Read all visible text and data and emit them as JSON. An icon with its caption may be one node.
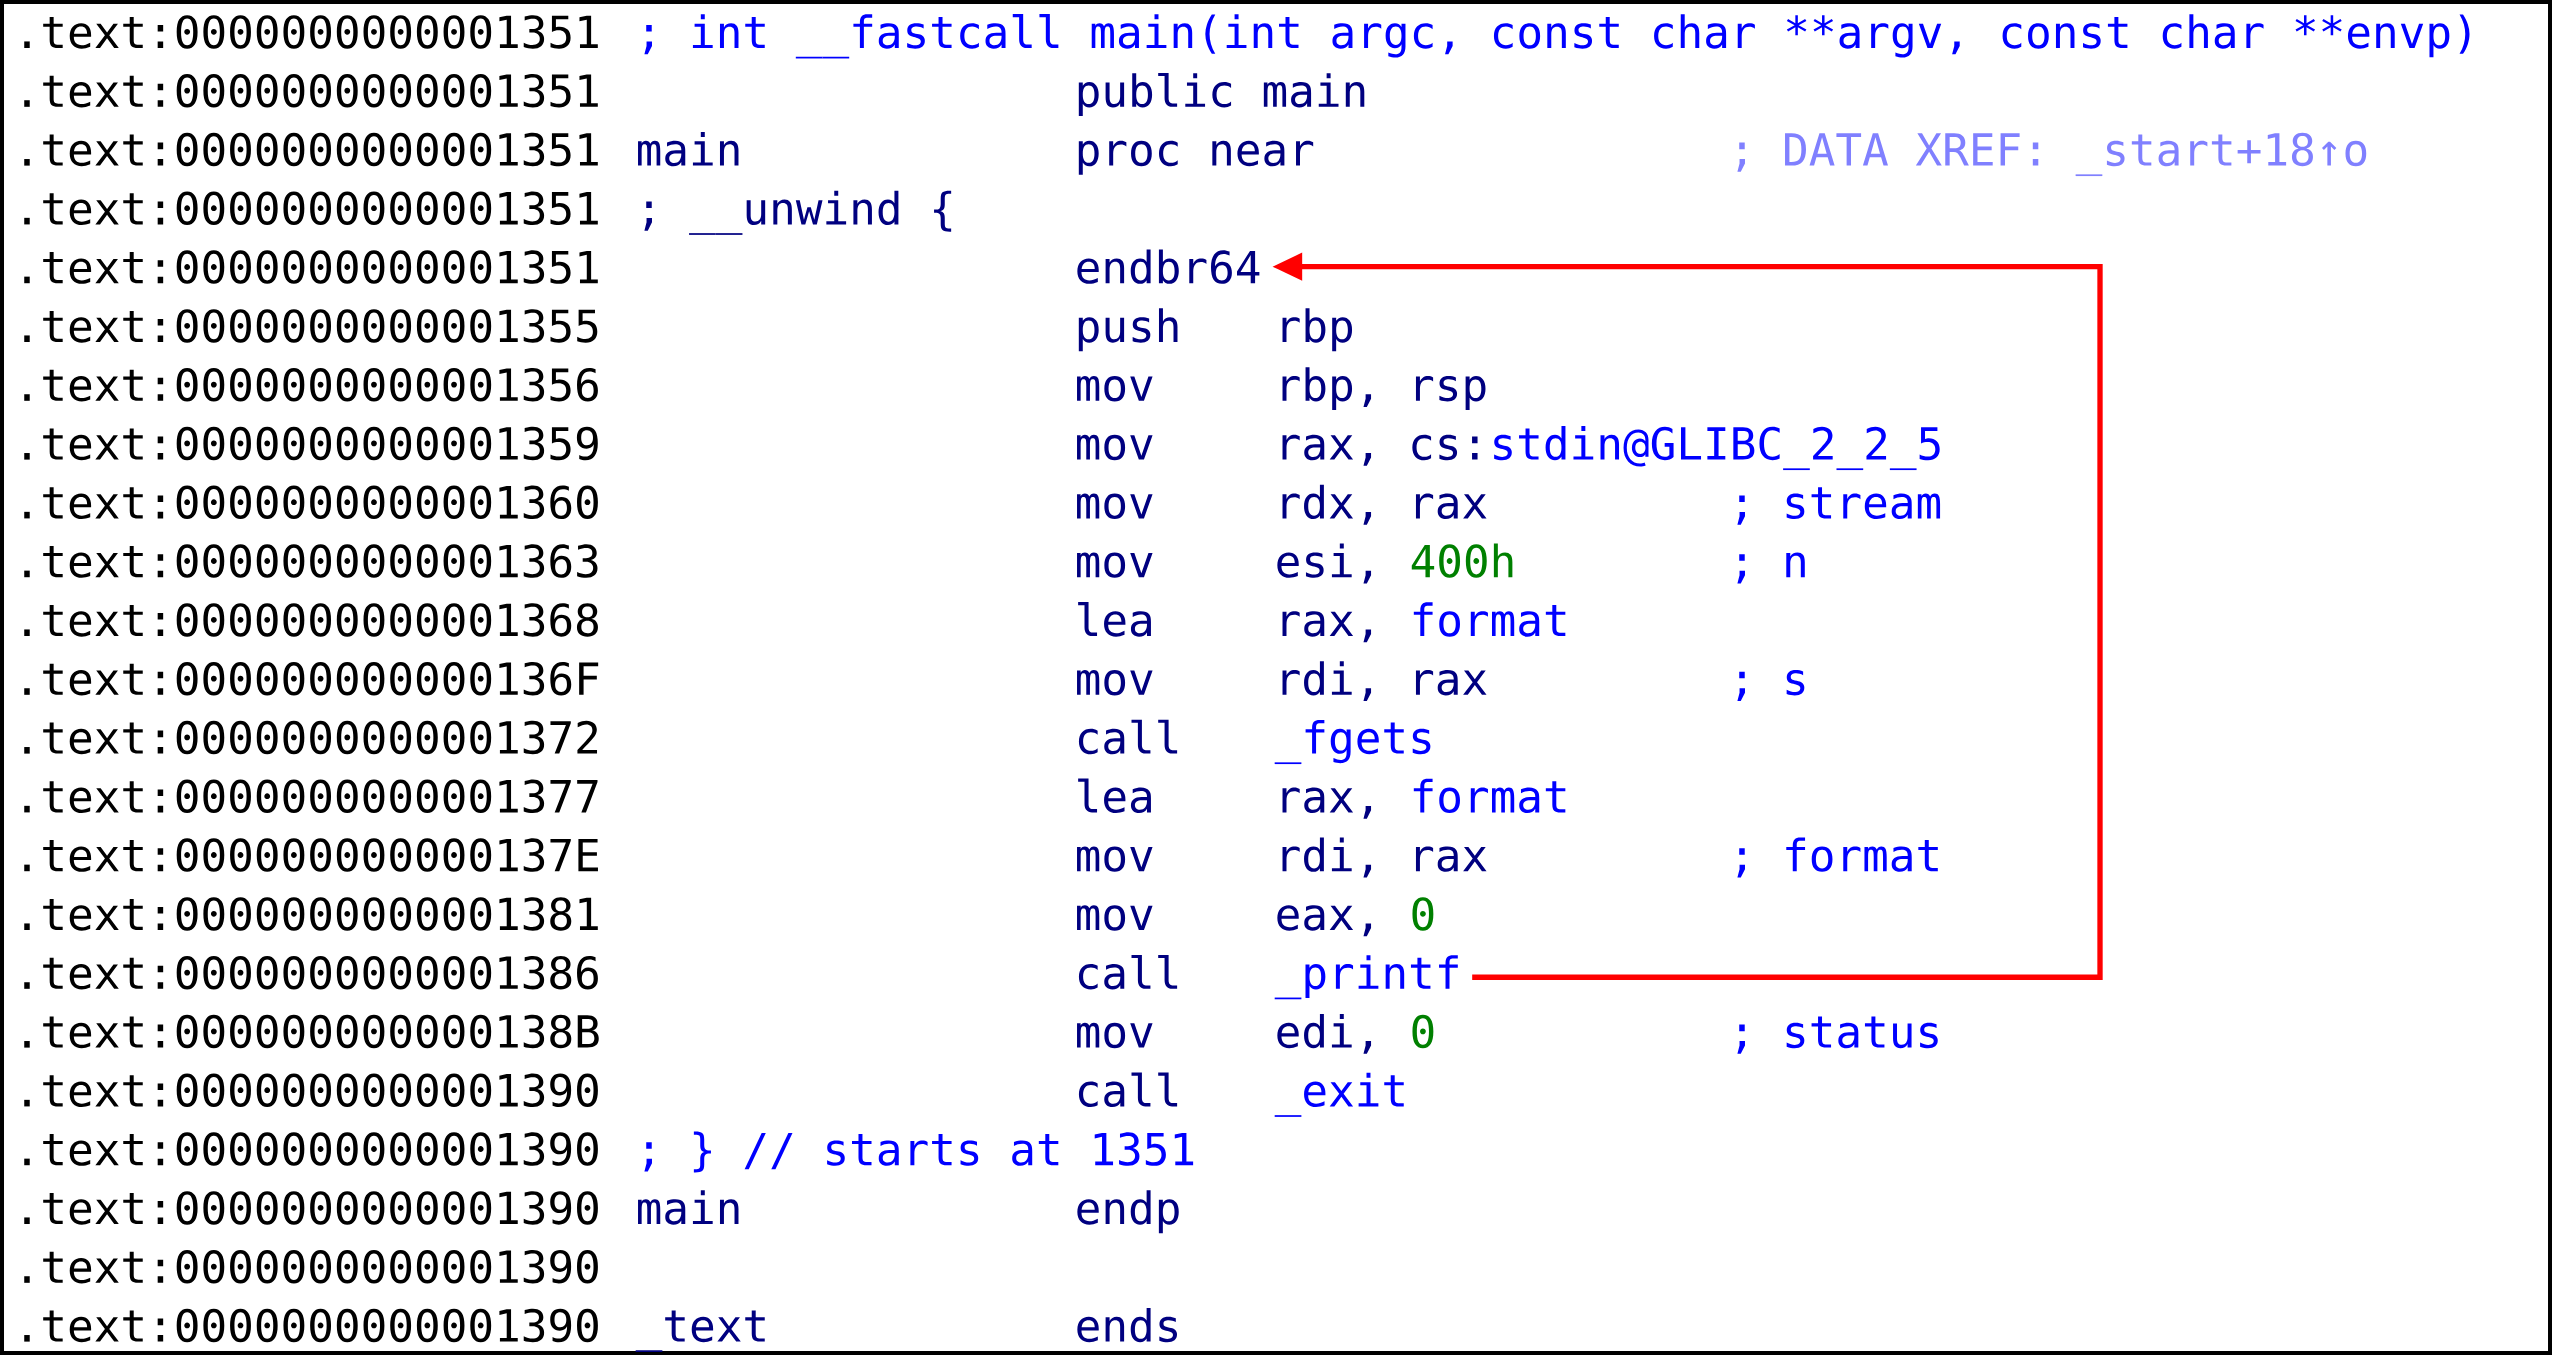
{
  "diagram": {
    "nodes": [
      {
        "text": [
          "endbr64"
        ]
      },
      {
        "text": [
          "_printf"
        ]
      }
    ],
    "edges": [
      {
        "from": 1,
        "to": 0,
        "arrow": "to",
        "color": "#ff0000"
      }
    ],
    "labels": [
      ".text:0000000000001351",
      "; int __fastcall main(int argc, const char **argv,",
      "const char **envp)",
      ".text:0000000000001351",
      "public main",
      ".text:0000000000001351",
      "main",
      "proc near",
      "; DATA XREF: _start+18↑o",
      ".text:0000000000001351",
      "; __unwind {",
      ".text:0000000000001351",
      ".text:0000000000001355",
      "push",
      "rbp",
      ".text:0000000000001356",
      "mov",
      "rbp, rsp",
      ".text:0000000000001359",
      "mov",
      "rax, cs:",
      "stdin@GLIBC_2_2_5",
      ".text:0000000000001360",
      "mov",
      "rdx, rax",
      "; stream",
      ".text:0000000000001363",
      "mov",
      "esi,",
      "400h",
      "; n",
      ".text:0000000000001368",
      "lea",
      "rax,",
      "format",
      ".text:000000000000136F",
      "mov",
      "rdi, rax",
      "; s",
      ".text:0000000000001372",
      "call",
      "_fgets",
      ".text:0000000000001377",
      "lea",
      "rax,",
      "format",
      ".text:000000000000137E",
      "mov",
      "rdi, rax",
      "; format",
      ".text:0000000000001381",
      "mov",
      "eax,",
      "0",
      ".text:0000000000001386",
      "call",
      ".text:000000000000138B",
      "mov",
      "edi,",
      "0",
      "; status",
      ".text:0000000000001390",
      "call",
      "_exit",
      ".text:0000000000001390",
      "; } // starts at 1351",
      ".text:0000000000001390",
      "main",
      "endp",
      ".text:0000000000001390",
      ".text:0000000000001390",
      "_text",
      "ends"
    ]
  }
}
